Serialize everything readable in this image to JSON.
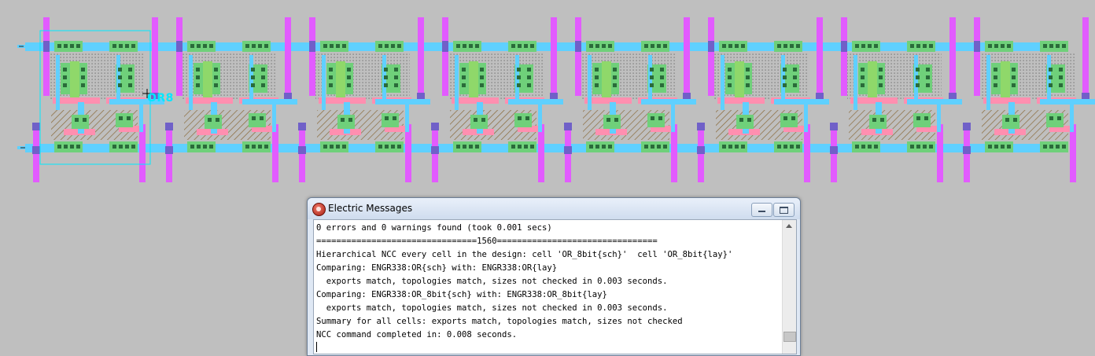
{
  "layout_view": {
    "cell_label": "OR8",
    "colors": {
      "metal1": "#5fd0ff",
      "metal2": "#e25bff",
      "pdiff": "#6fd07a",
      "poly": "#ff8fb0",
      "nwell": "#b09060",
      "contact": "#2a6b3a",
      "select": "#7060c8"
    }
  },
  "messages_window": {
    "title": "Electric Messages",
    "app_icon": "electric-app-icon",
    "minimize_icon": "minimize-icon",
    "maximize_icon": "maximize-icon",
    "lines": [
      "0 errors and 0 warnings found (took 0.001 secs)",
      "================================1560================================",
      "Hierarchical NCC every cell in the design: cell 'OR_8bit{sch}'  cell 'OR_8bit{lay}'",
      "Comparing: ENGR338:OR{sch} with: ENGR338:OR{lay}",
      "  exports match, topologies match, sizes not checked in 0.003 seconds.",
      "Comparing: ENGR338:OR_8bit{sch} with: ENGR338:OR_8bit{lay}",
      "  exports match, topologies match, sizes not checked in 0.003 seconds.",
      "Summary for all cells: exports match, topologies match, sizes not checked",
      "NCC command completed in: 0.008 seconds."
    ]
  }
}
